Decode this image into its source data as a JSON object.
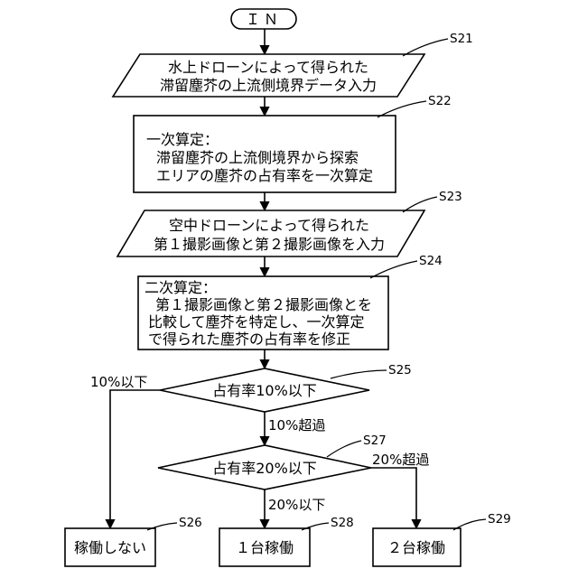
{
  "terminal_label": "ＩＮ",
  "steps": {
    "s21": {
      "id": "S21",
      "lines": [
        "水上ドローンによって得られた",
        "滞留塵芥の上流側境界データ入力"
      ]
    },
    "s22": {
      "id": "S22",
      "lines": [
        "一次算定：",
        "滞留塵芥の上流側境界から探索",
        "エリアの塵芥の占有率を一次算定"
      ]
    },
    "s23": {
      "id": "S23",
      "lines": [
        "空中ドローンによって得られた",
        "第１撮影画像と第２撮影画像を入力"
      ]
    },
    "s24": {
      "id": "S24",
      "lines": [
        "二次算定：",
        "第１撮影画像と第２撮影画像とを",
        "比較して塵芥を特定し、一次算定",
        "で得られた塵芥の占有率を修正"
      ]
    },
    "s25": {
      "id": "S25",
      "label": "占有率10%以下",
      "branch_left": "10%以下",
      "branch_down": "10%超過"
    },
    "s27": {
      "id": "S27",
      "label": "占有率20%以下",
      "branch_right": "20%超過",
      "branch_down": "20%以下"
    },
    "s26": {
      "id": "S26",
      "label": "稼働しない"
    },
    "s28": {
      "id": "S28",
      "label": "１台稼働"
    },
    "s29": {
      "id": "S29",
      "label": "２台稼働"
    }
  }
}
